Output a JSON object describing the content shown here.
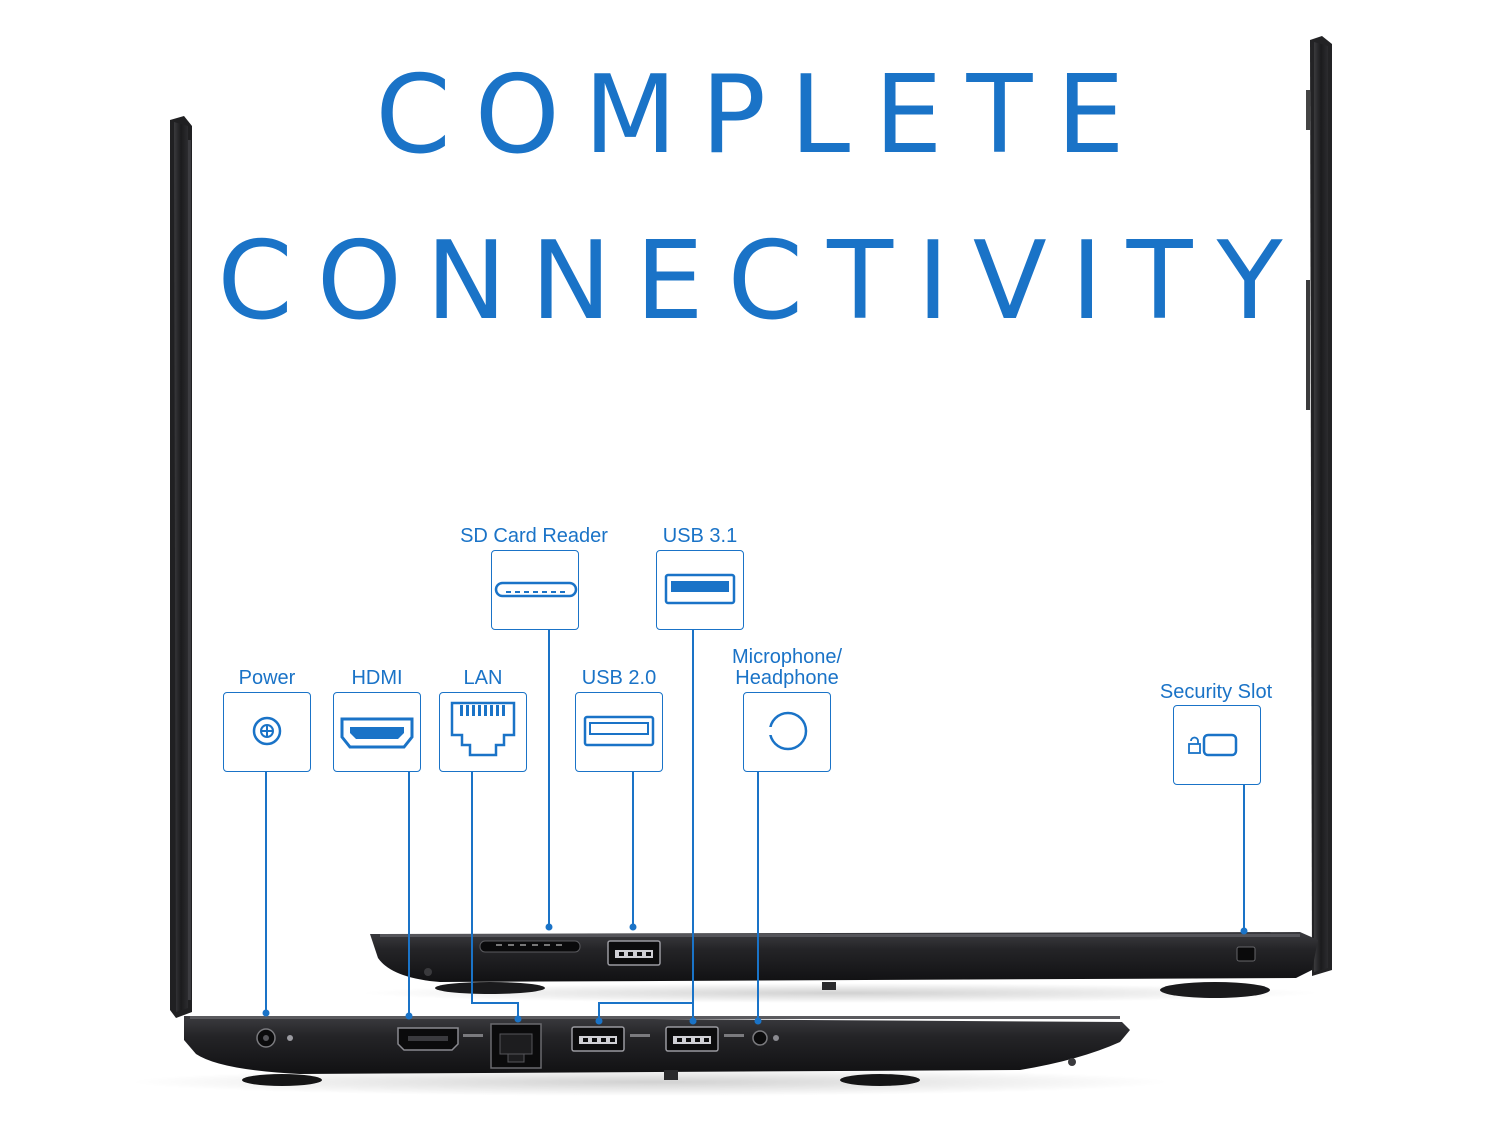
{
  "colors": {
    "accent": "#1a73c7",
    "laptop_body": "#1e1e20",
    "background": "#ffffff"
  },
  "heading": {
    "line1": "COMPLETE",
    "line2": "CONNECTIVITY"
  },
  "ports": [
    {
      "id": "power",
      "label": "Power",
      "icon": "power-jack-icon"
    },
    {
      "id": "hdmi",
      "label": "HDMI",
      "icon": "hdmi-icon"
    },
    {
      "id": "lan",
      "label": "LAN",
      "icon": "ethernet-icon"
    },
    {
      "id": "usb20",
      "label": "USB 2.0",
      "icon": "usb-icon"
    },
    {
      "id": "audio",
      "label": "Microphone/\nHeadphone",
      "icon": "audio-jack-icon"
    },
    {
      "id": "sd",
      "label": "SD Card Reader",
      "icon": "sd-card-icon"
    },
    {
      "id": "usb31",
      "label": "USB 3.1",
      "icon": "usb3-icon"
    },
    {
      "id": "security",
      "label": "Security Slot",
      "icon": "lock-slot-icon"
    }
  ]
}
